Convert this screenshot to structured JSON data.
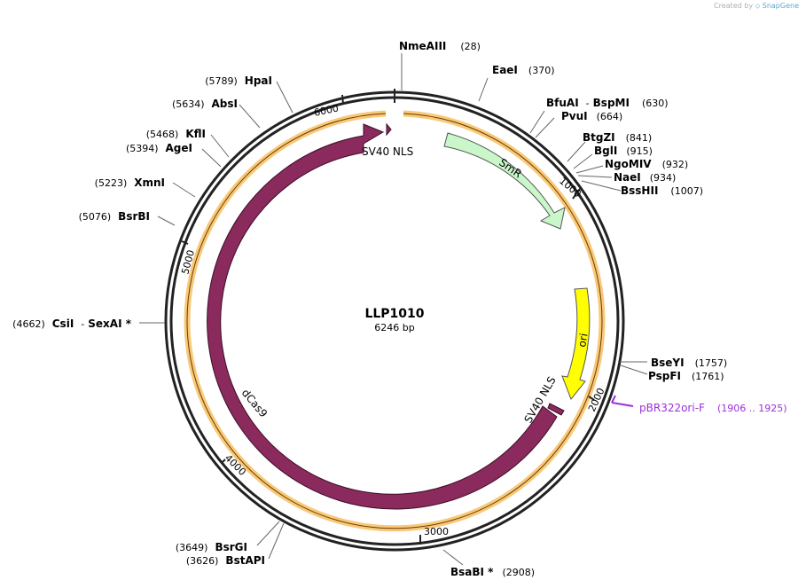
{
  "credit": {
    "prefix": "Created by",
    "brand": "SnapGene"
  },
  "plasmid": {
    "name": "LLP1010",
    "length_label": "6246 bp",
    "length": 6246
  },
  "ticks": [
    {
      "pos": 1000,
      "label": "1000"
    },
    {
      "pos": 2000,
      "label": "2000"
    },
    {
      "pos": 3000,
      "label": "3000"
    },
    {
      "pos": 4000,
      "label": "4000"
    },
    {
      "pos": 5000,
      "label": "5000"
    },
    {
      "pos": 6000,
      "label": "6000"
    }
  ],
  "enzymes": [
    {
      "name": "NmeAIII",
      "pos": "(28)"
    },
    {
      "name": "EaeI",
      "pos": "(370)"
    },
    {
      "name": "BfuAI",
      "name2": "BspMI",
      "pos": "(630)"
    },
    {
      "name": "PvuI",
      "pos": "(664)"
    },
    {
      "name": "BtgZI",
      "pos": "(841)"
    },
    {
      "name": "BglI",
      "pos": "(915)"
    },
    {
      "name": "NgoMIV",
      "pos": "(932)"
    },
    {
      "name": "NaeI",
      "pos": "(934)"
    },
    {
      "name": "BssHII",
      "pos": "(1007)"
    },
    {
      "name": "BseYI",
      "pos": "(1757)"
    },
    {
      "name": "PspFI",
      "pos": "(1761)"
    },
    {
      "name": "BsaBI *",
      "pos": "(2908)"
    },
    {
      "name": "BstAPI",
      "pos": "(3626)"
    },
    {
      "name": "BsrGI",
      "pos": "(3649)"
    },
    {
      "name": "CsiI",
      "name2": "SexAI *",
      "pos": "(4662)"
    },
    {
      "name": "BsrBI",
      "pos": "(5076)"
    },
    {
      "name": "XmnI",
      "pos": "(5223)"
    },
    {
      "name": "AgeI",
      "pos": "(5394)"
    },
    {
      "name": "KflI",
      "pos": "(5468)"
    },
    {
      "name": "AbsI",
      "pos": "(5634)"
    },
    {
      "name": "HpaI",
      "pos": "(5789)"
    }
  ],
  "features": {
    "sv40_top": "SV40 NLS",
    "smr": "SmR",
    "ori": "ori",
    "sv40_bottom": "SV40 NLS",
    "dcas9": "dCas9"
  },
  "primer": {
    "name": "pBR322ori-F",
    "range": "(1906 .. 1925)"
  },
  "colors": {
    "backbone": "#222222",
    "orange_track": "#f5b14a",
    "dcas9": "#8b2a5c",
    "smr": "#c9f7c9",
    "ori": "#ffff00",
    "primer": "#9b30d9"
  }
}
